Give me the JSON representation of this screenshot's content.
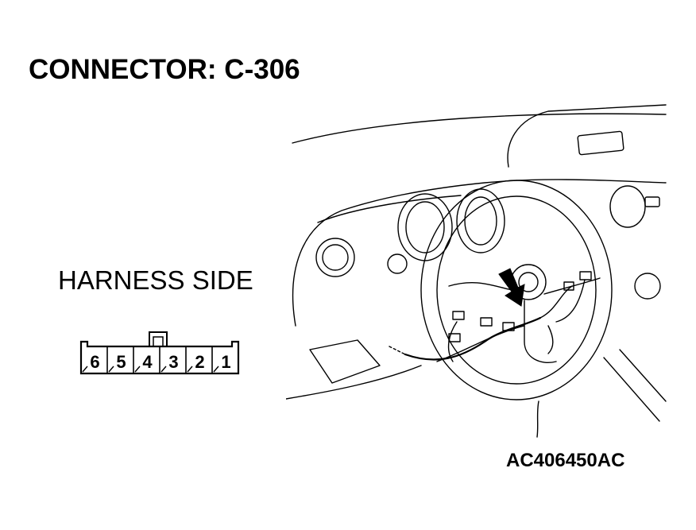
{
  "title": "CONNECTOR: C-306",
  "harness_label": "HARNESS SIDE",
  "figure_id": "AC406450AC",
  "connector": {
    "pins": [
      "6",
      "5",
      "4",
      "3",
      "2",
      "1"
    ]
  }
}
